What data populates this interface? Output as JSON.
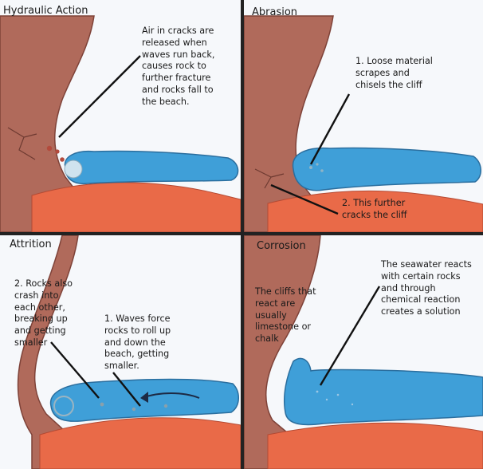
{
  "panels": {
    "hydraulic": {
      "title": "Hydraulic Action",
      "note": "Air in cracks are\nreleased when\nwaves run back,\ncauses rock to\nfurther fracture\nand rocks fall to\nthe beach."
    },
    "abrasion": {
      "title": "Abrasion",
      "note1": "1. Loose material\nscrapes and\nchisels the cliff",
      "note2": "2. This further\ncracks the cliff"
    },
    "attrition": {
      "title": "Attrition",
      "note1": "2. Rocks also\ncrash into\neach other,\nbreaking up\nand getting\nsmaller",
      "note2": "1. Waves force\nrocks to roll up\nand down the\nbeach, getting\nsmaller."
    },
    "corrosion": {
      "title": "Corrosion",
      "note1": "The cliffs that\nreact are\nusually\nlimestone or\nchalk",
      "note2": "The seawater reacts\nwith certain rocks\nand through\nchemical reaction\ncreates a solution"
    }
  },
  "colors": {
    "cliff": "#b06a5b",
    "cliff_dark": "#8e4f44",
    "water": "#3f9fd8",
    "water_dark": "#2b7fb8",
    "beach": "#e96a48",
    "beach_dark": "#c9543a",
    "line": "#111111"
  }
}
